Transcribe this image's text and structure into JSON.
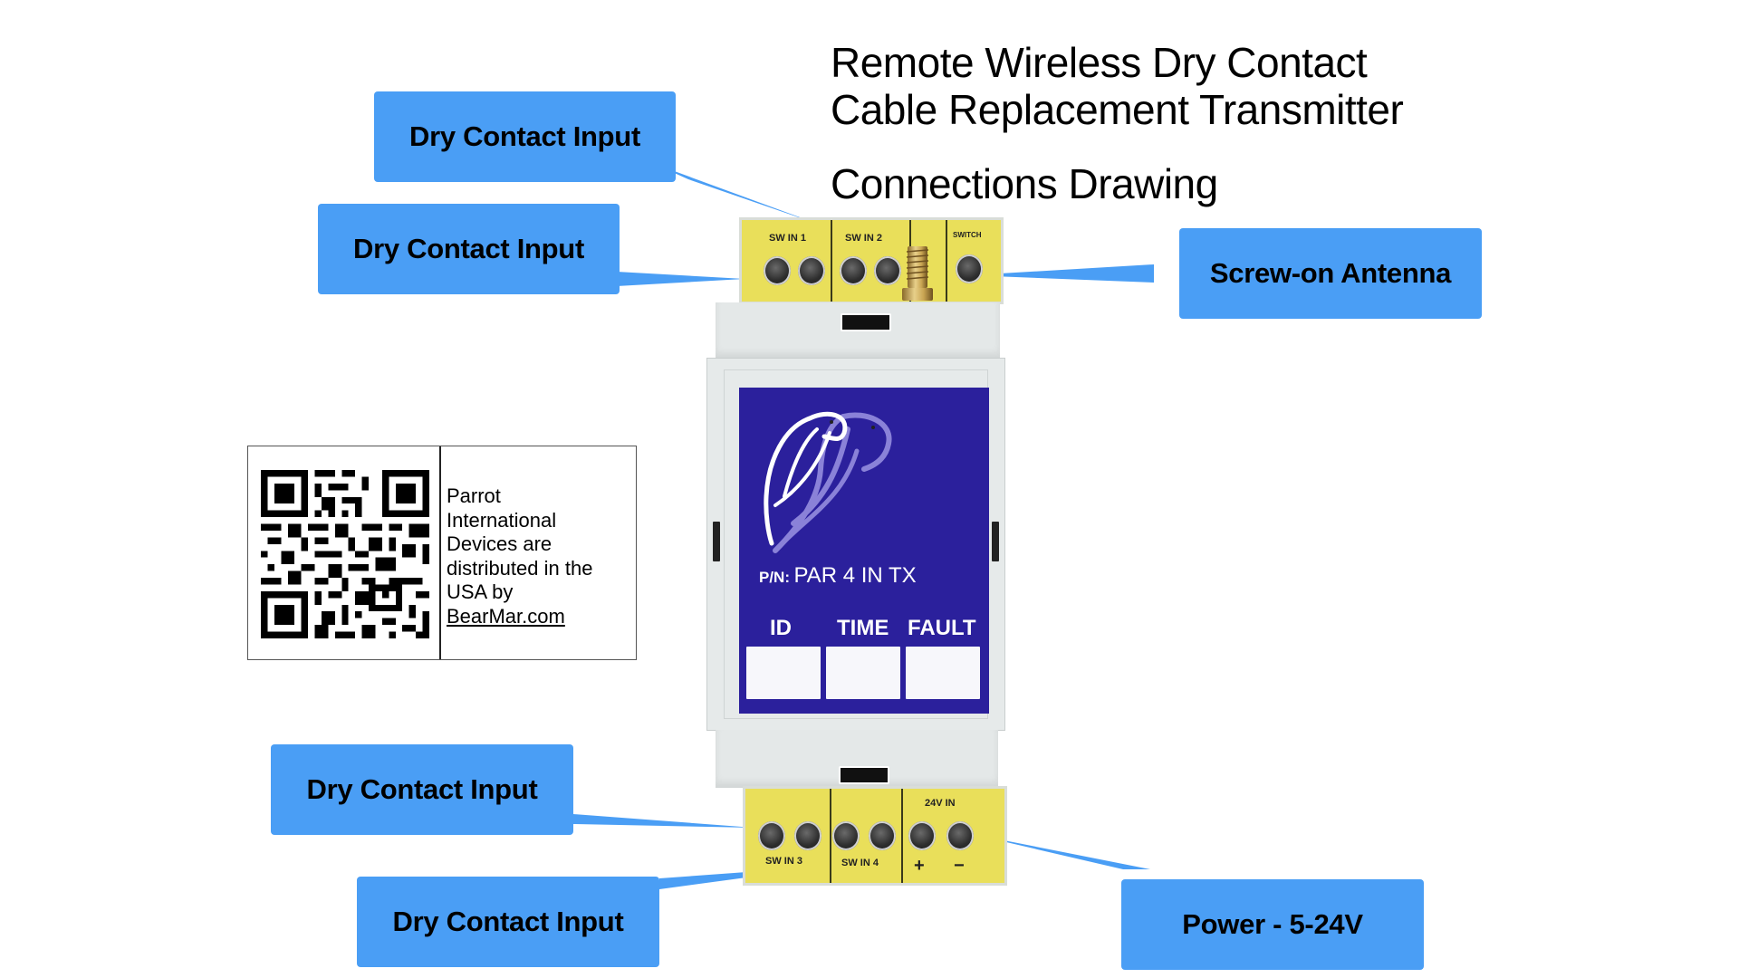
{
  "title": {
    "line1": "Remote Wireless Dry Contact",
    "line2": "Cable Replacement Transmitter",
    "line3": "Connections Drawing"
  },
  "callouts": [
    {
      "id": "sw-in-1",
      "label": "Dry Contact Input"
    },
    {
      "id": "sw-in-2",
      "label": "Dry Contact Input"
    },
    {
      "id": "antenna",
      "label": "Screw-on Antenna"
    },
    {
      "id": "sw-in-3",
      "label": "Dry Contact Input"
    },
    {
      "id": "sw-in-4",
      "label": "Dry Contact Input"
    },
    {
      "id": "power",
      "label": "Power - 5-24V"
    }
  ],
  "device": {
    "top_terminals": {
      "labels": [
        "SW IN 1",
        "SW IN 2",
        "",
        "SWITCH"
      ]
    },
    "bottom_terminals": {
      "labels": [
        "SW IN 3",
        "SW IN 4",
        "24V IN"
      ],
      "polarity": [
        "+",
        "−"
      ]
    },
    "panel": {
      "logo": "parrot-logo-icon",
      "pn_prefix": "P/N:",
      "pn_value": "PAR 4 IN TX",
      "indicators": [
        "ID",
        "TIME",
        "FAULT"
      ]
    }
  },
  "distributor": {
    "qr": "qr-code-icon",
    "text_lines": [
      "Parrot",
      "International",
      "Devices are",
      "distributed in the",
      "USA by"
    ],
    "link_text": "BearMar.com"
  },
  "colors": {
    "callout": "#4a9ef5",
    "panel": "#2b209c",
    "terminal": "#e9df5a",
    "housing": "#e4e8e8"
  }
}
